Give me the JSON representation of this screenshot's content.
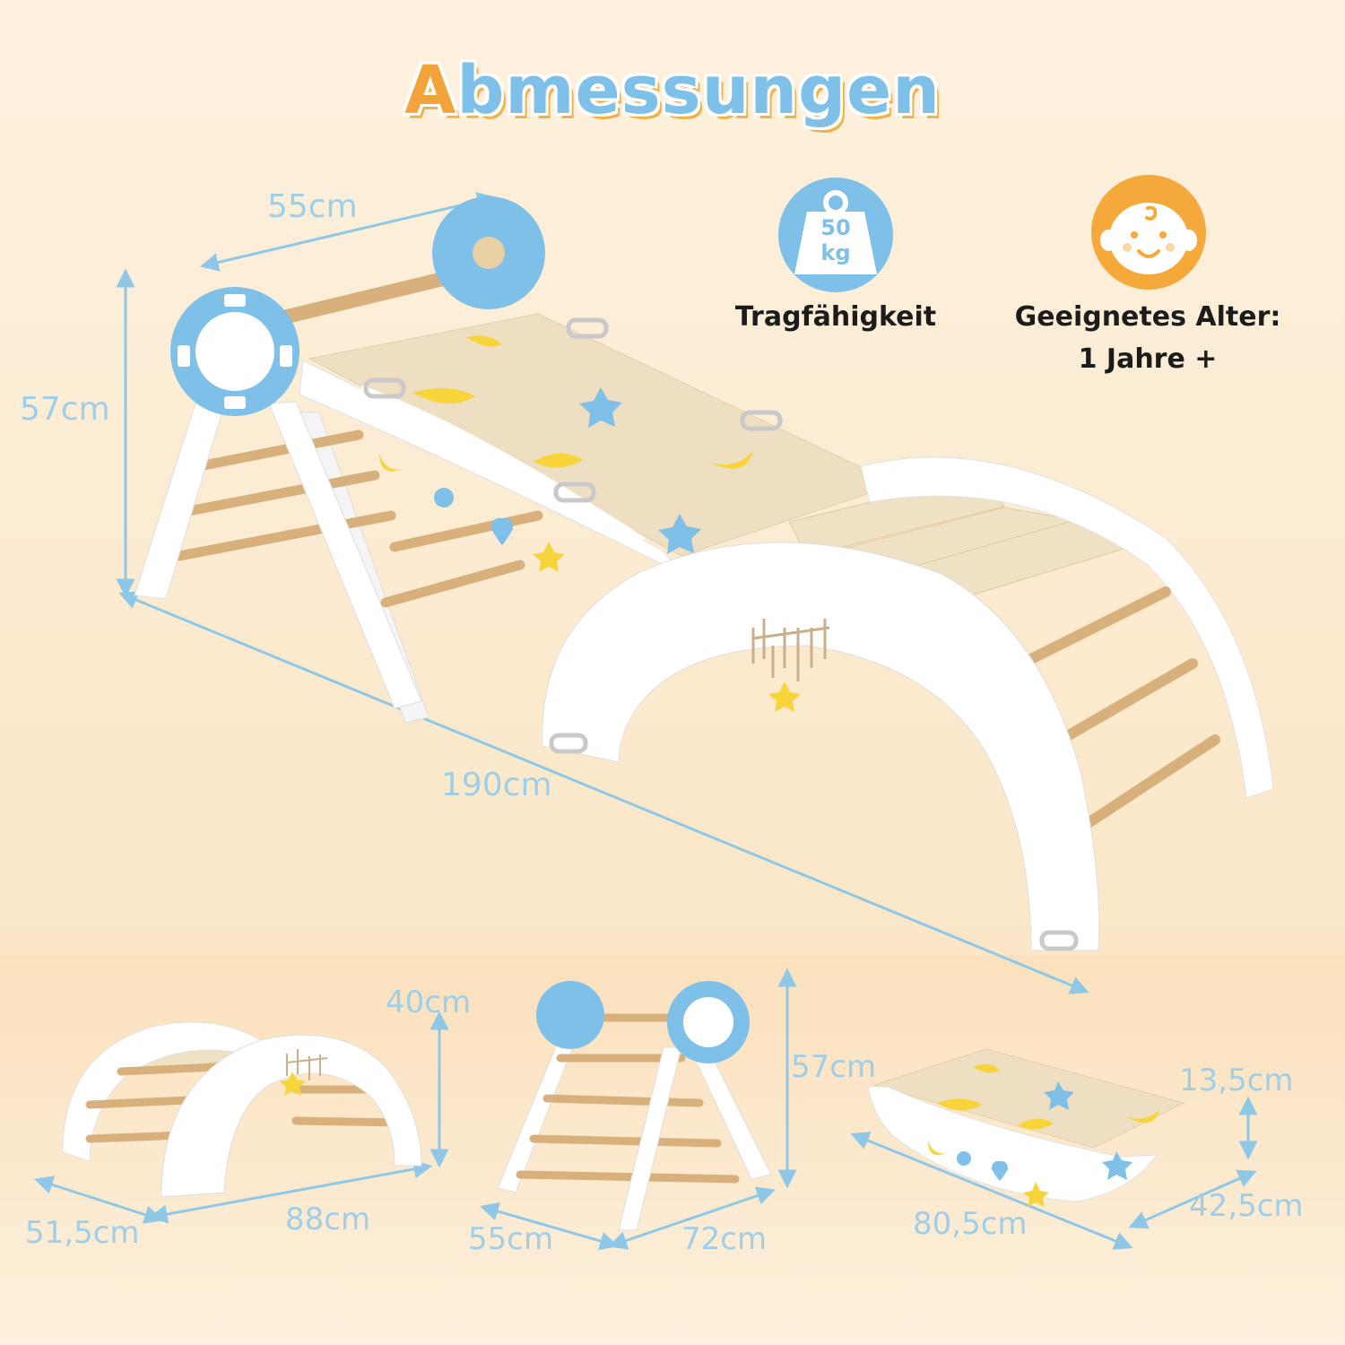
{
  "title": {
    "first_letter": "A",
    "rest": "bmessungen"
  },
  "features": {
    "weight": {
      "icon": "weight-icon",
      "value": "50",
      "unit": "kg",
      "label": "Tragfähigkeit"
    },
    "age": {
      "icon": "baby-face-icon",
      "label_line1": "Geeignetes Alter:",
      "label_line2": "1 Jahre +"
    }
  },
  "main_dimensions": {
    "width": "55cm",
    "height": "57cm",
    "length": "190cm"
  },
  "configurations": [
    {
      "name": "arch",
      "height": "40cm",
      "depth": "51,5cm",
      "length": "88cm"
    },
    {
      "name": "triangle",
      "height": "57cm",
      "depth": "55cm",
      "length": "72cm"
    },
    {
      "name": "ramp",
      "height": "13,5cm",
      "depth": "42,5cm",
      "length": "80,5cm"
    }
  ],
  "colors": {
    "accent_blue": "#7fc0e8",
    "accent_orange": "#f2a33a",
    "dimension_text": "#9fcfe8",
    "wood": "#e9cfa3",
    "frame_white": "#ffffff"
  }
}
